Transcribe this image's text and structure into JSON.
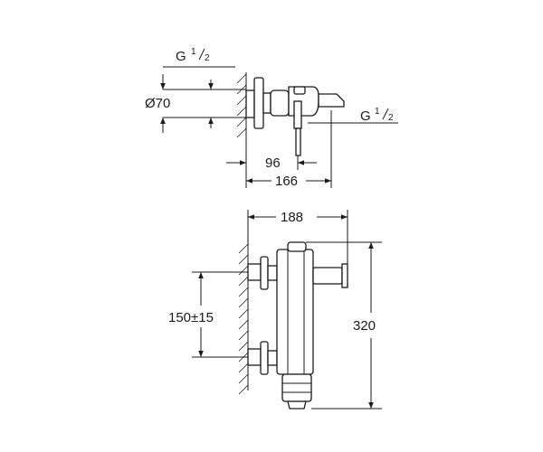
{
  "top_view": {
    "inlet_label_base": "G",
    "inlet_label_num": "1",
    "inlet_label_den": "2",
    "diameter_label": "Ø70",
    "outlet_label_base": "G",
    "outlet_label_num": "1",
    "outlet_label_den": "2",
    "dim_inner": "96",
    "dim_outer": "166"
  },
  "front_view": {
    "dim_width": "188",
    "dim_centers": "150±15",
    "dim_height": "320"
  }
}
